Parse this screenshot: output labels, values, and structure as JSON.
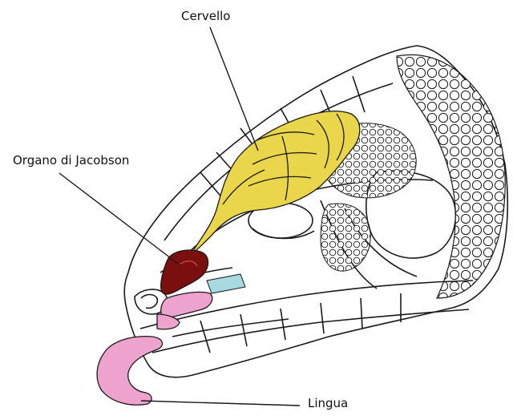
{
  "labels": {
    "brain": "Cervello",
    "jacobson": "Organo di Jacobson",
    "tongue": "Lingua"
  },
  "colors": {
    "brain": "#ead64a",
    "jacobson": "#7a0f0f",
    "tongue": "#eea3cf",
    "nasal_duct": "#a7d9e0",
    "outline": "#1a1a1a"
  }
}
